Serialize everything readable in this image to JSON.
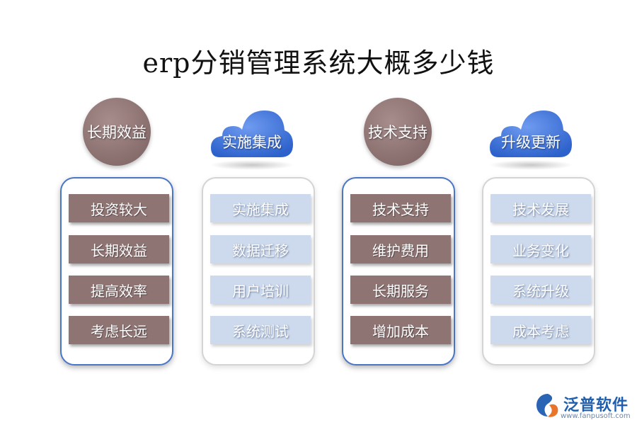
{
  "title": "erp分销管理系统大概多少钱",
  "columns": [
    {
      "header": "长期效益",
      "header_style": "circle",
      "panel_border": "blue",
      "item_style": "dark",
      "items": [
        "投资较大",
        "长期效益",
        "提高效率",
        "考虑长远"
      ]
    },
    {
      "header": "实施集成",
      "header_style": "cloud",
      "panel_border": "grey",
      "item_style": "light",
      "items": [
        "实施集成",
        "数据迁移",
        "用户培训",
        "系统测试"
      ]
    },
    {
      "header": "技术支持",
      "header_style": "circle",
      "panel_border": "blue",
      "item_style": "dark",
      "items": [
        "技术支持",
        "维护费用",
        "长期服务",
        "增加成本"
      ]
    },
    {
      "header": "升级更新",
      "header_style": "cloud",
      "panel_border": "grey",
      "item_style": "light",
      "items": [
        "技术发展",
        "业务变化",
        "系统升级",
        "成本考虑"
      ]
    }
  ],
  "logo": {
    "name": "泛普软件",
    "url": "www.fanpusoft.com"
  },
  "colors": {
    "dark_item": "#8f7474",
    "light_item": "#cdd9ec",
    "cloud": "#3f73d6",
    "panel_border_blue": "#4a76c8"
  }
}
